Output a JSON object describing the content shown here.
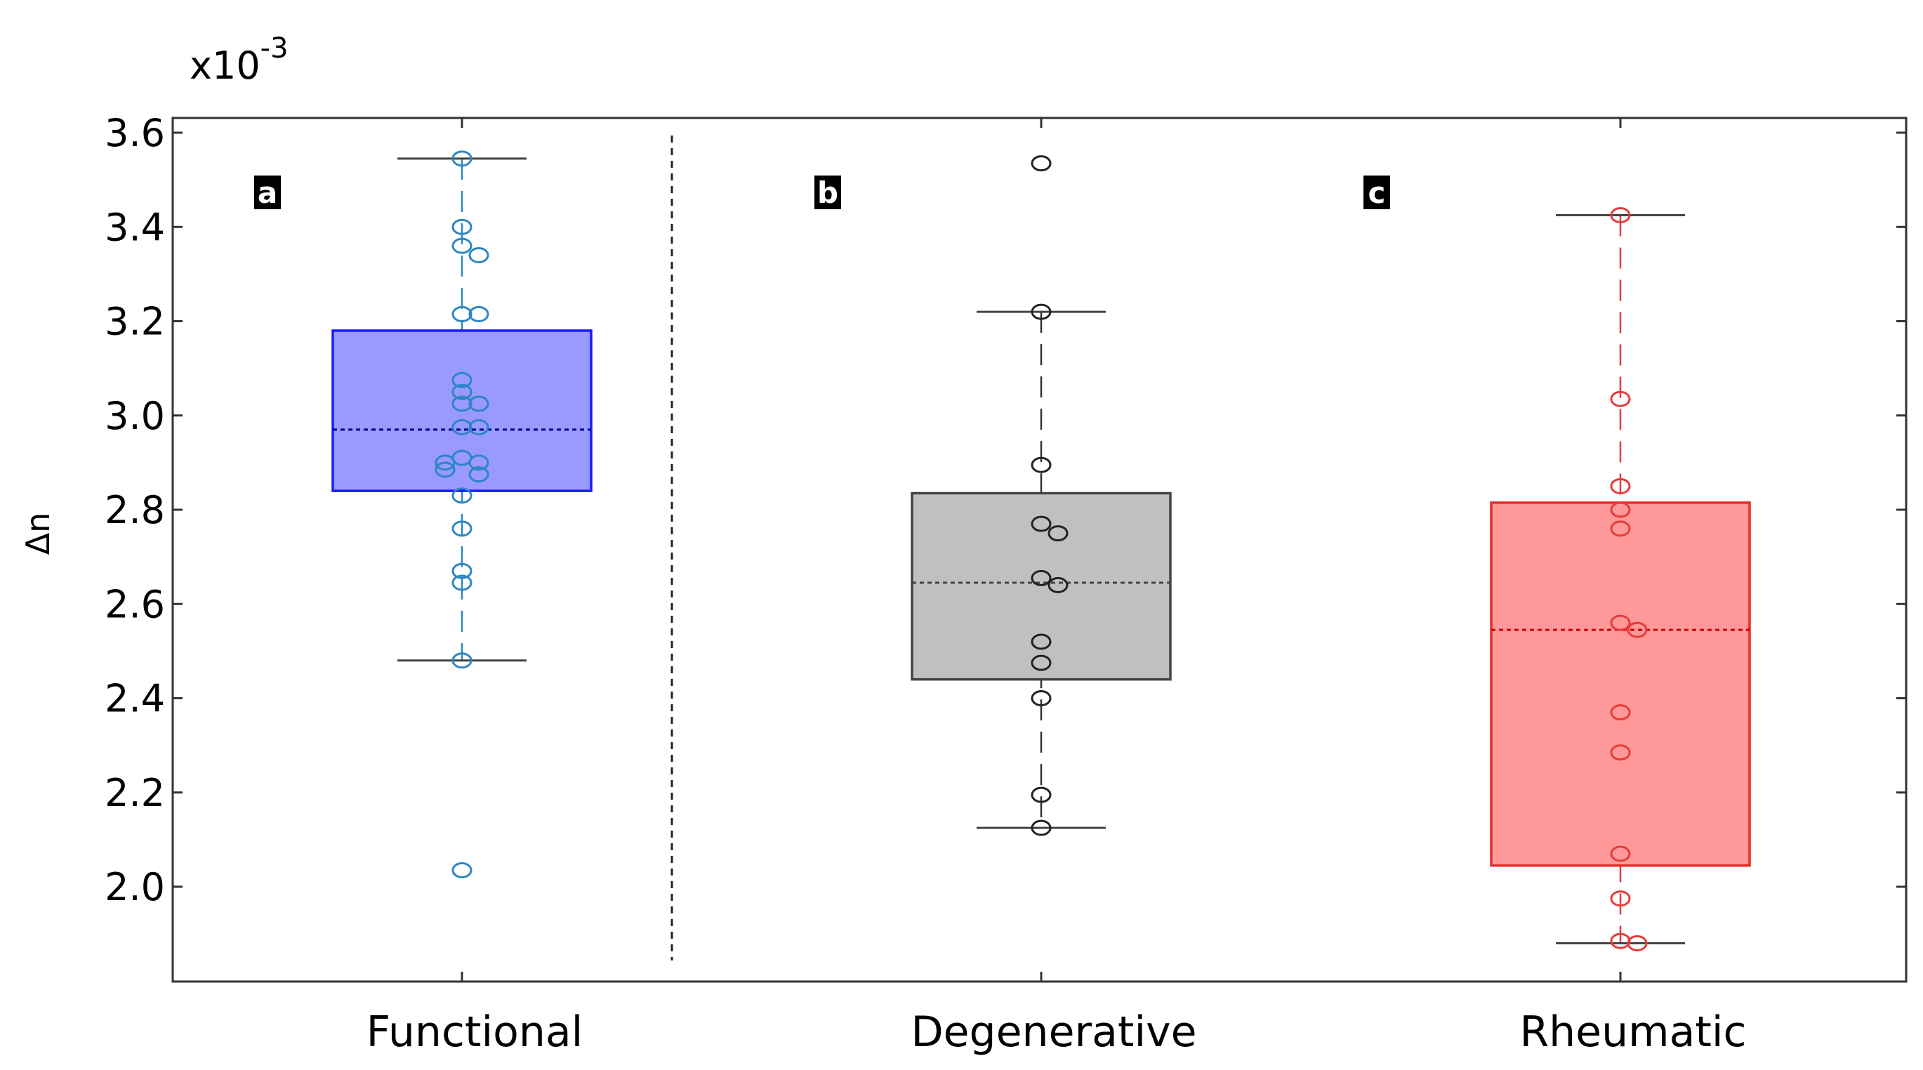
{
  "chart_data": {
    "type": "box",
    "ylabel": "Δn",
    "scale_label": "x10",
    "scale_exponent": "-3",
    "ylim": [
      1.86,
      3.62
    ],
    "yticks": [
      "2.0",
      "2.2",
      "2.4",
      "2.6",
      "2.8",
      "3.0",
      "3.2",
      "3.4",
      "3.6"
    ],
    "grid": false,
    "legend": "none",
    "categories": [
      "Functional",
      "Degenerative",
      "Rheumatic"
    ],
    "panels": [
      "a",
      "b",
      "c"
    ],
    "series": [
      {
        "category": "Functional",
        "color": "#2e86c1",
        "box_fill": "#9999ff",
        "box_edge": "#1a1aff",
        "median_color": "#00008b",
        "q1": 2.84,
        "median": 2.97,
        "q3": 3.18,
        "whisker_low": 2.48,
        "whisker_high": 3.545,
        "points": [
          3.545,
          3.4,
          3.36,
          3.34,
          3.215,
          3.215,
          3.075,
          3.05,
          3.025,
          3.025,
          2.975,
          2.975,
          2.91,
          2.9,
          2.9,
          2.885,
          2.875,
          2.83,
          2.76,
          2.67,
          2.645,
          2.48,
          2.035
        ]
      },
      {
        "category": "Degenerative",
        "color": "#222222",
        "box_fill": "#c0c0c0",
        "box_edge": "#444444",
        "median_color": "#444444",
        "q1": 2.44,
        "median": 2.645,
        "q3": 2.835,
        "whisker_low": 2.125,
        "whisker_high": 3.22,
        "points": [
          3.535,
          3.22,
          2.895,
          2.77,
          2.75,
          2.655,
          2.64,
          2.52,
          2.475,
          2.4,
          2.195,
          2.125
        ]
      },
      {
        "category": "Rheumatic",
        "color": "#e63b3b",
        "box_fill": "#ff9999",
        "box_edge": "#e62e2e",
        "median_color": "#cc0000",
        "q1": 2.045,
        "median": 2.545,
        "q3": 2.815,
        "whisker_low": 1.88,
        "whisker_high": 3.425,
        "points": [
          3.425,
          3.035,
          2.85,
          2.8,
          2.76,
          2.56,
          2.545,
          2.37,
          2.285,
          2.07,
          1.975,
          1.885,
          1.88
        ]
      }
    ]
  }
}
